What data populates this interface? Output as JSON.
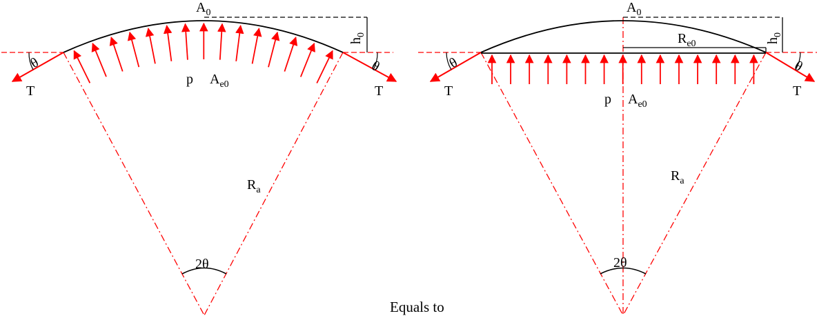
{
  "colors": {
    "force": "#ff0000",
    "line": "#000000",
    "background": "#ffffff"
  },
  "left_panel": {
    "apex_label": "A",
    "apex_sub": "0",
    "height_label": "h",
    "height_sub": "0",
    "pressure_label": "p",
    "area_label": "A",
    "area_sub": "e0",
    "radius_label": "R",
    "radius_sub": "a",
    "angle_label": "2θ",
    "theta_left": "θ",
    "theta_right": "θ",
    "tension_left": "T",
    "tension_right": "T"
  },
  "right_panel": {
    "apex_label": "A",
    "apex_sub": "0",
    "height_label": "h",
    "height_sub": "0",
    "base_radius_label": "R",
    "base_radius_sub": "e0",
    "pressure_label": "p",
    "area_label": "A",
    "area_sub": "e0",
    "radius_label": "R",
    "radius_sub": "a",
    "angle_label": "2θ",
    "theta_left": "θ",
    "theta_right": "θ",
    "tension_left": "T",
    "tension_right": "T"
  },
  "caption": "Equals to"
}
